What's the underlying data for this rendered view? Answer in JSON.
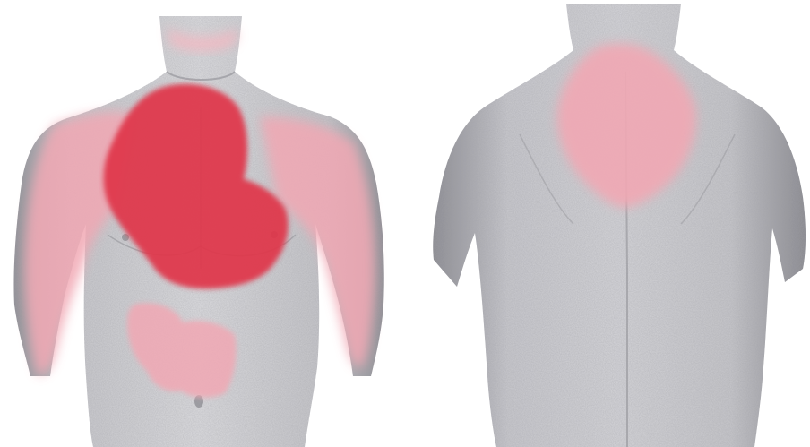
{
  "figure": {
    "views": [
      {
        "id": "front",
        "regions": [
          {
            "id": "chest-center",
            "intensity": "high",
            "color": "#e0344a"
          },
          {
            "id": "left-shoulder-arm",
            "intensity": "low",
            "color": "#f1a8b4"
          },
          {
            "id": "right-shoulder-arm",
            "intensity": "low",
            "color": "#f1a8b4"
          },
          {
            "id": "neck-jaw",
            "intensity": "low",
            "color": "#f3b9c2"
          },
          {
            "id": "upper-abdomen",
            "intensity": "low",
            "color": "#f1a8b4"
          }
        ]
      },
      {
        "id": "back",
        "regions": [
          {
            "id": "upper-back",
            "intensity": "low",
            "color": "#f1a8b4"
          }
        ]
      }
    ],
    "skin_color": "#cfcfd2",
    "skin_shadow": "#9a9aa0"
  }
}
